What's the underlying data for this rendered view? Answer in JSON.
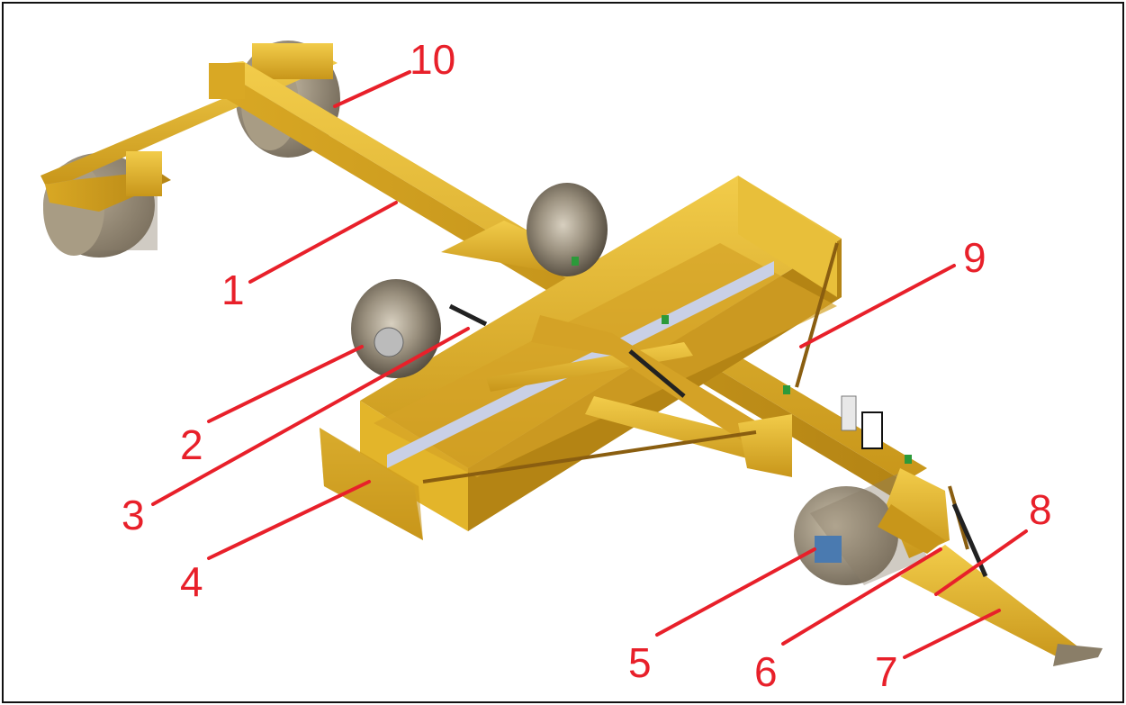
{
  "diagram": {
    "accent_color": "#e8202a",
    "machine_color": "#e3b52a",
    "callouts": [
      {
        "id": "1",
        "label": "1"
      },
      {
        "id": "2",
        "label": "2"
      },
      {
        "id": "3",
        "label": "3"
      },
      {
        "id": "4",
        "label": "4"
      },
      {
        "id": "5",
        "label": "5"
      },
      {
        "id": "6",
        "label": "6"
      },
      {
        "id": "7",
        "label": "7"
      },
      {
        "id": "8",
        "label": "8"
      },
      {
        "id": "9",
        "label": "9"
      },
      {
        "id": "10",
        "label": "10"
      }
    ]
  }
}
